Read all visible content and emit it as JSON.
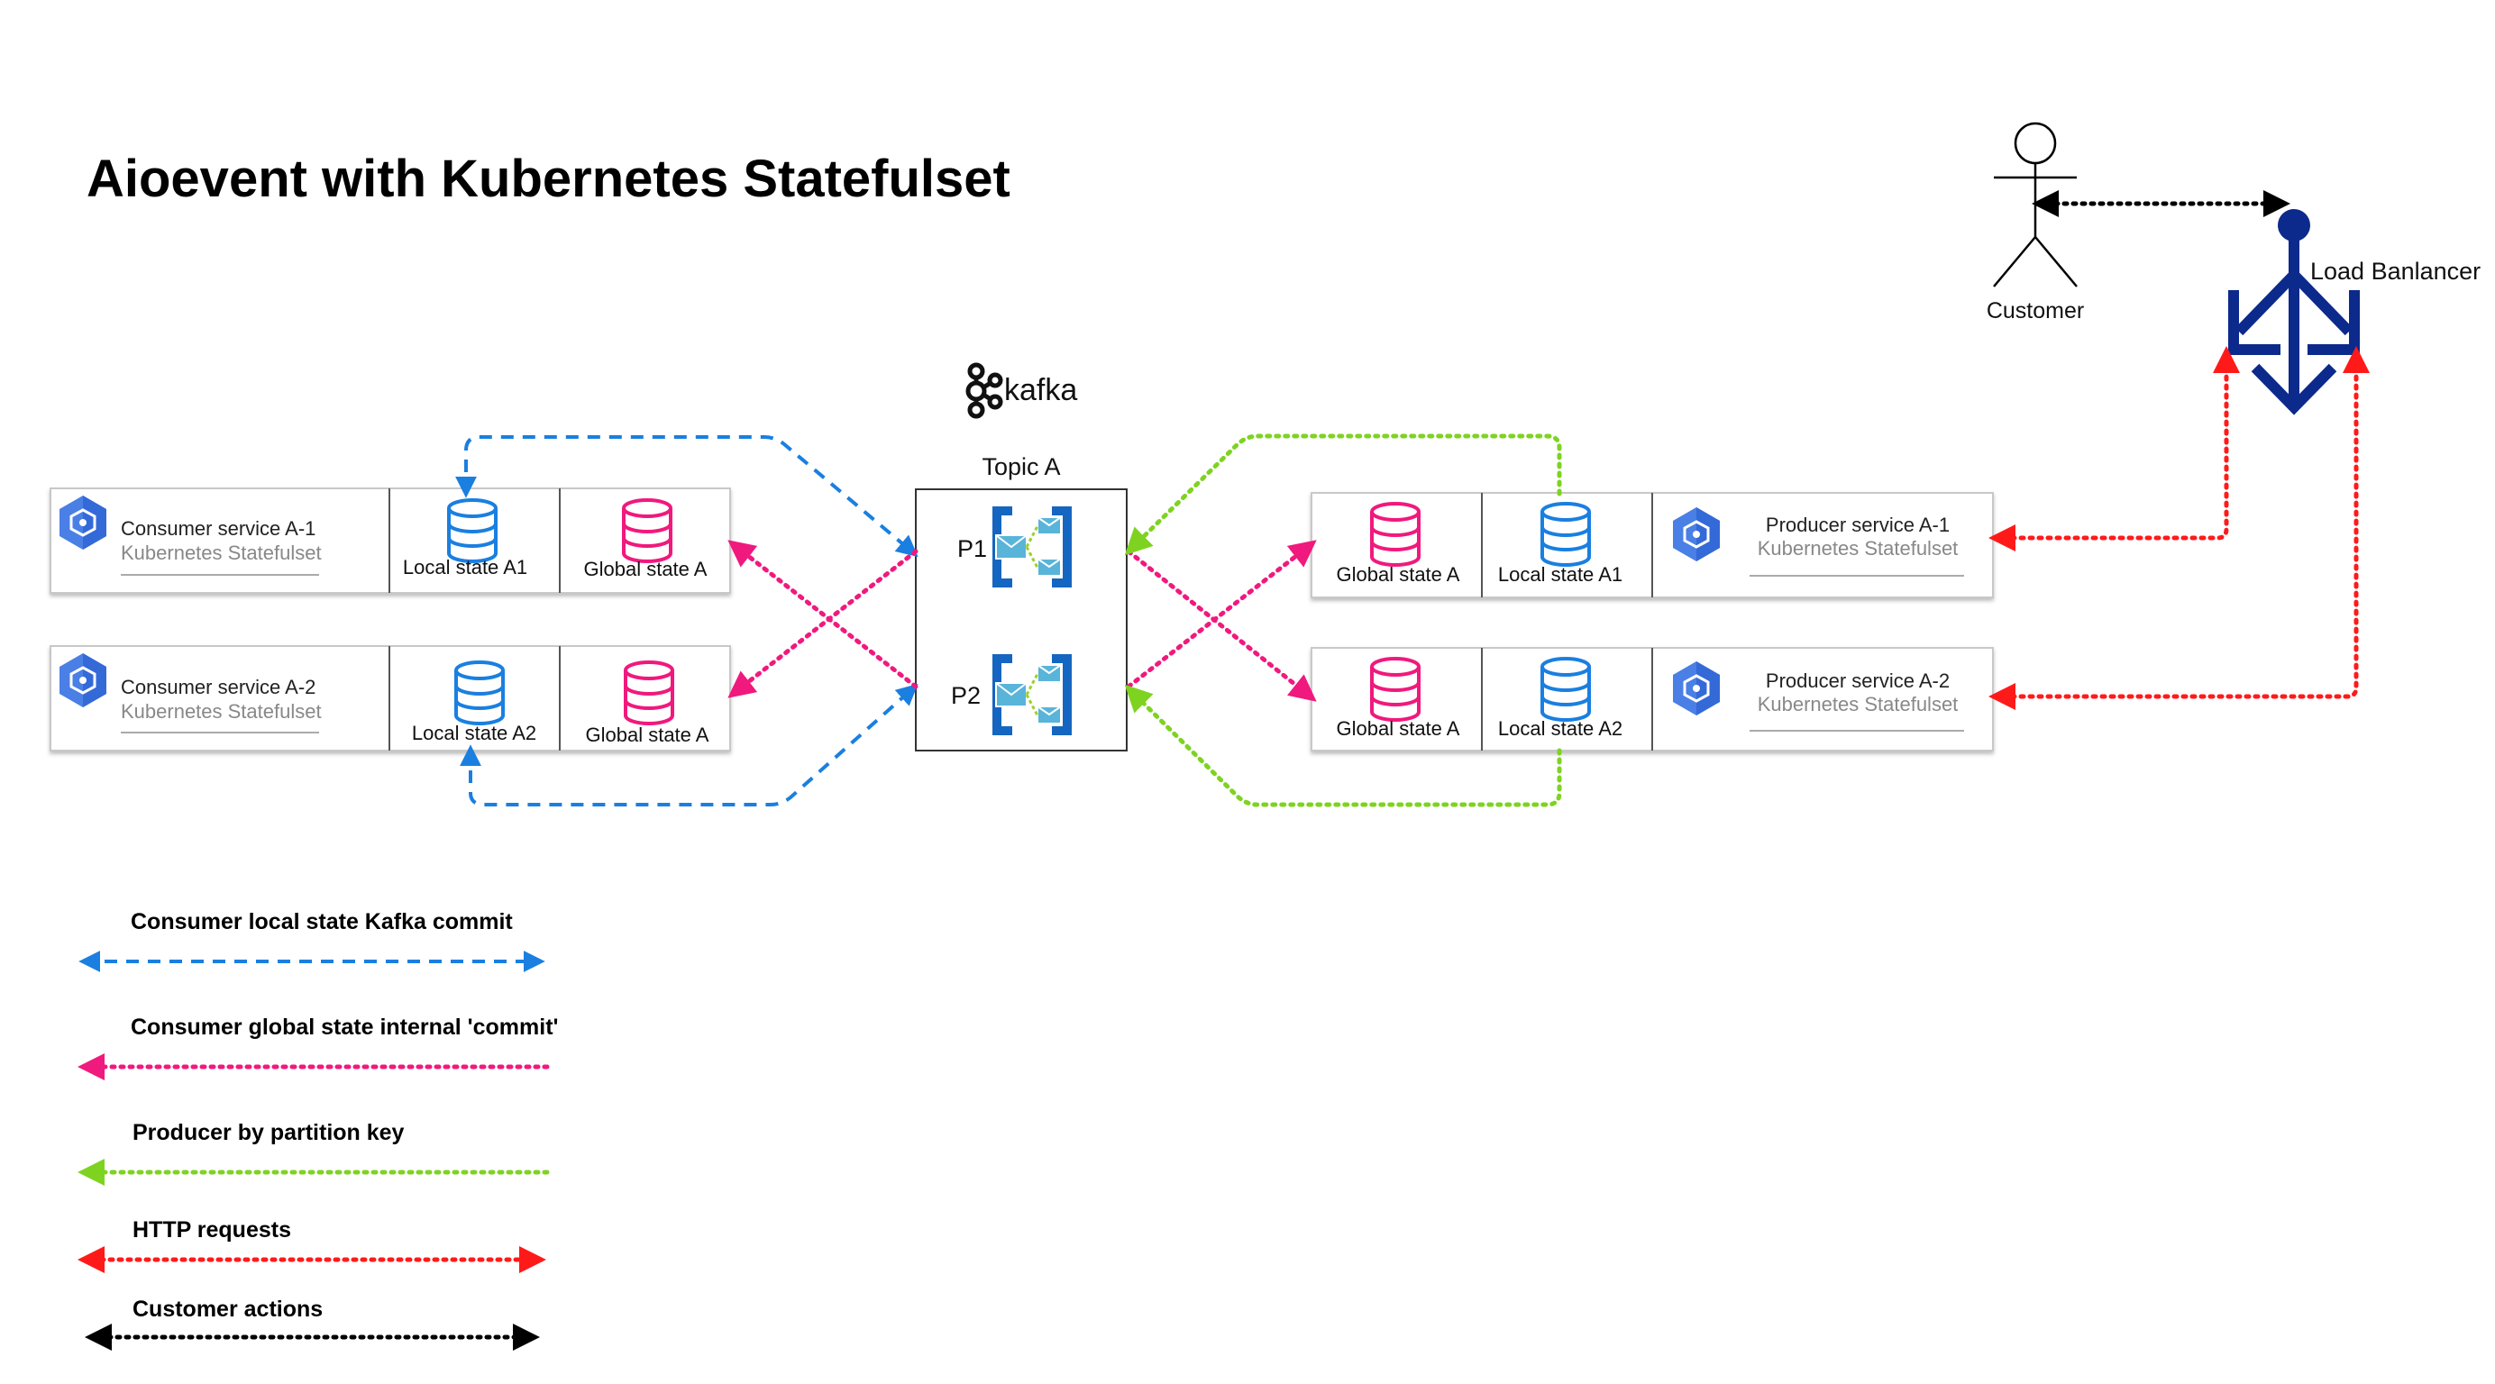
{
  "title": "Aioevent with Kubernetes Statefulset",
  "kafka": {
    "logo_text": "kafka",
    "topic_label": "Topic A",
    "partitions": [
      "P1",
      "P2"
    ]
  },
  "consumers": [
    {
      "name": "Consumer service A-1",
      "subtitle": "Kubernetes Statefulset",
      "local_state": "Local state A1",
      "global_state": "Global state A"
    },
    {
      "name": "Consumer service A-2",
      "subtitle": "Kubernetes Statefulset",
      "local_state": "Local state A2",
      "global_state": "Global state A"
    }
  ],
  "producers": [
    {
      "name": "Producer service A-1",
      "subtitle": "Kubernetes Statefulset",
      "global_state": "Global state A",
      "local_state": "Local state A1"
    },
    {
      "name": "Producer service A-2",
      "subtitle": "Kubernetes Statefulset",
      "global_state": "Global state A",
      "local_state": "Local state A2"
    }
  ],
  "customer": {
    "label": "Customer"
  },
  "load_balancer": {
    "label": "Load Banlancer"
  },
  "legend": [
    {
      "label": "Consumer local state Kafka commit",
      "color": "#1a7fe0",
      "style": "dashed"
    },
    {
      "label": "Consumer global state internal 'commit'",
      "color": "#f0197d",
      "style": "dotted"
    },
    {
      "label": "Producer by partition key",
      "color": "#7ed321",
      "style": "dotted"
    },
    {
      "label": "HTTP requests",
      "color": "#ff1a1a",
      "style": "dotted"
    },
    {
      "label": "Customer actions",
      "color": "#000000",
      "style": "dotted"
    }
  ],
  "colors": {
    "blue": "#1a7fe0",
    "pink": "#f0197d",
    "green": "#7ed321",
    "red": "#ff1a1a",
    "navy": "#0c2a8c",
    "k8s": "#326ce5"
  }
}
